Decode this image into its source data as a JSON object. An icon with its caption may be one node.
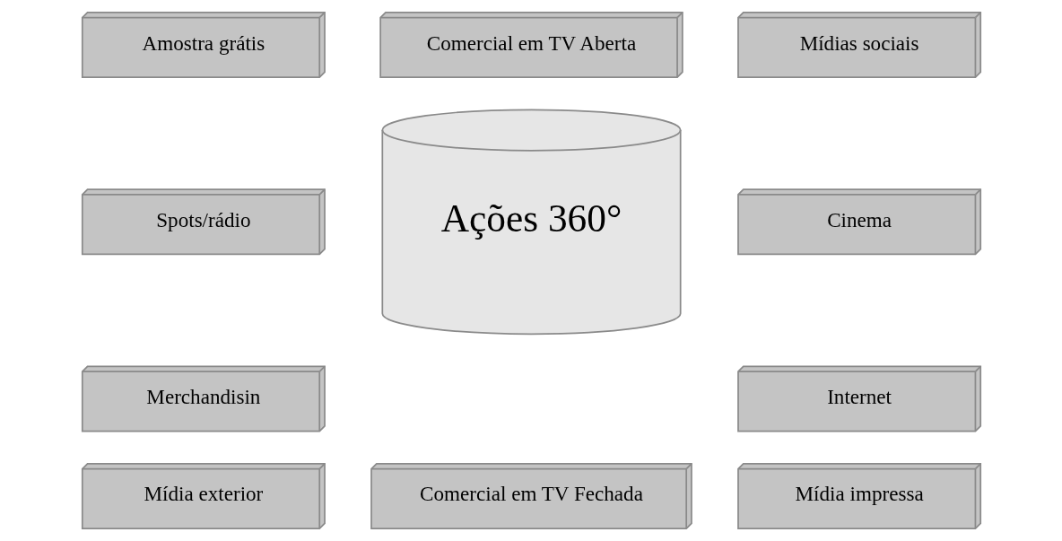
{
  "diagram": {
    "nodes": [
      {
        "text": [
          "Ações 360°"
        ]
      },
      {
        "text": [
          "Comercial em TV Aberta"
        ]
      },
      {
        "text": [
          "Amostra grátis"
        ]
      },
      {
        "text": [
          "Mídias sociais"
        ]
      },
      {
        "text": [
          "Spots/rádio"
        ]
      },
      {
        "text": [
          "Cinema"
        ]
      },
      {
        "text": [
          "Merchandisin"
        ]
      },
      {
        "text": [
          "Internet"
        ]
      },
      {
        "text": [
          "Mídia exterior"
        ]
      },
      {
        "text": [
          "Mídia impressa"
        ]
      },
      {
        "text": [
          "Comercial em TV Fechada"
        ]
      }
    ]
  }
}
